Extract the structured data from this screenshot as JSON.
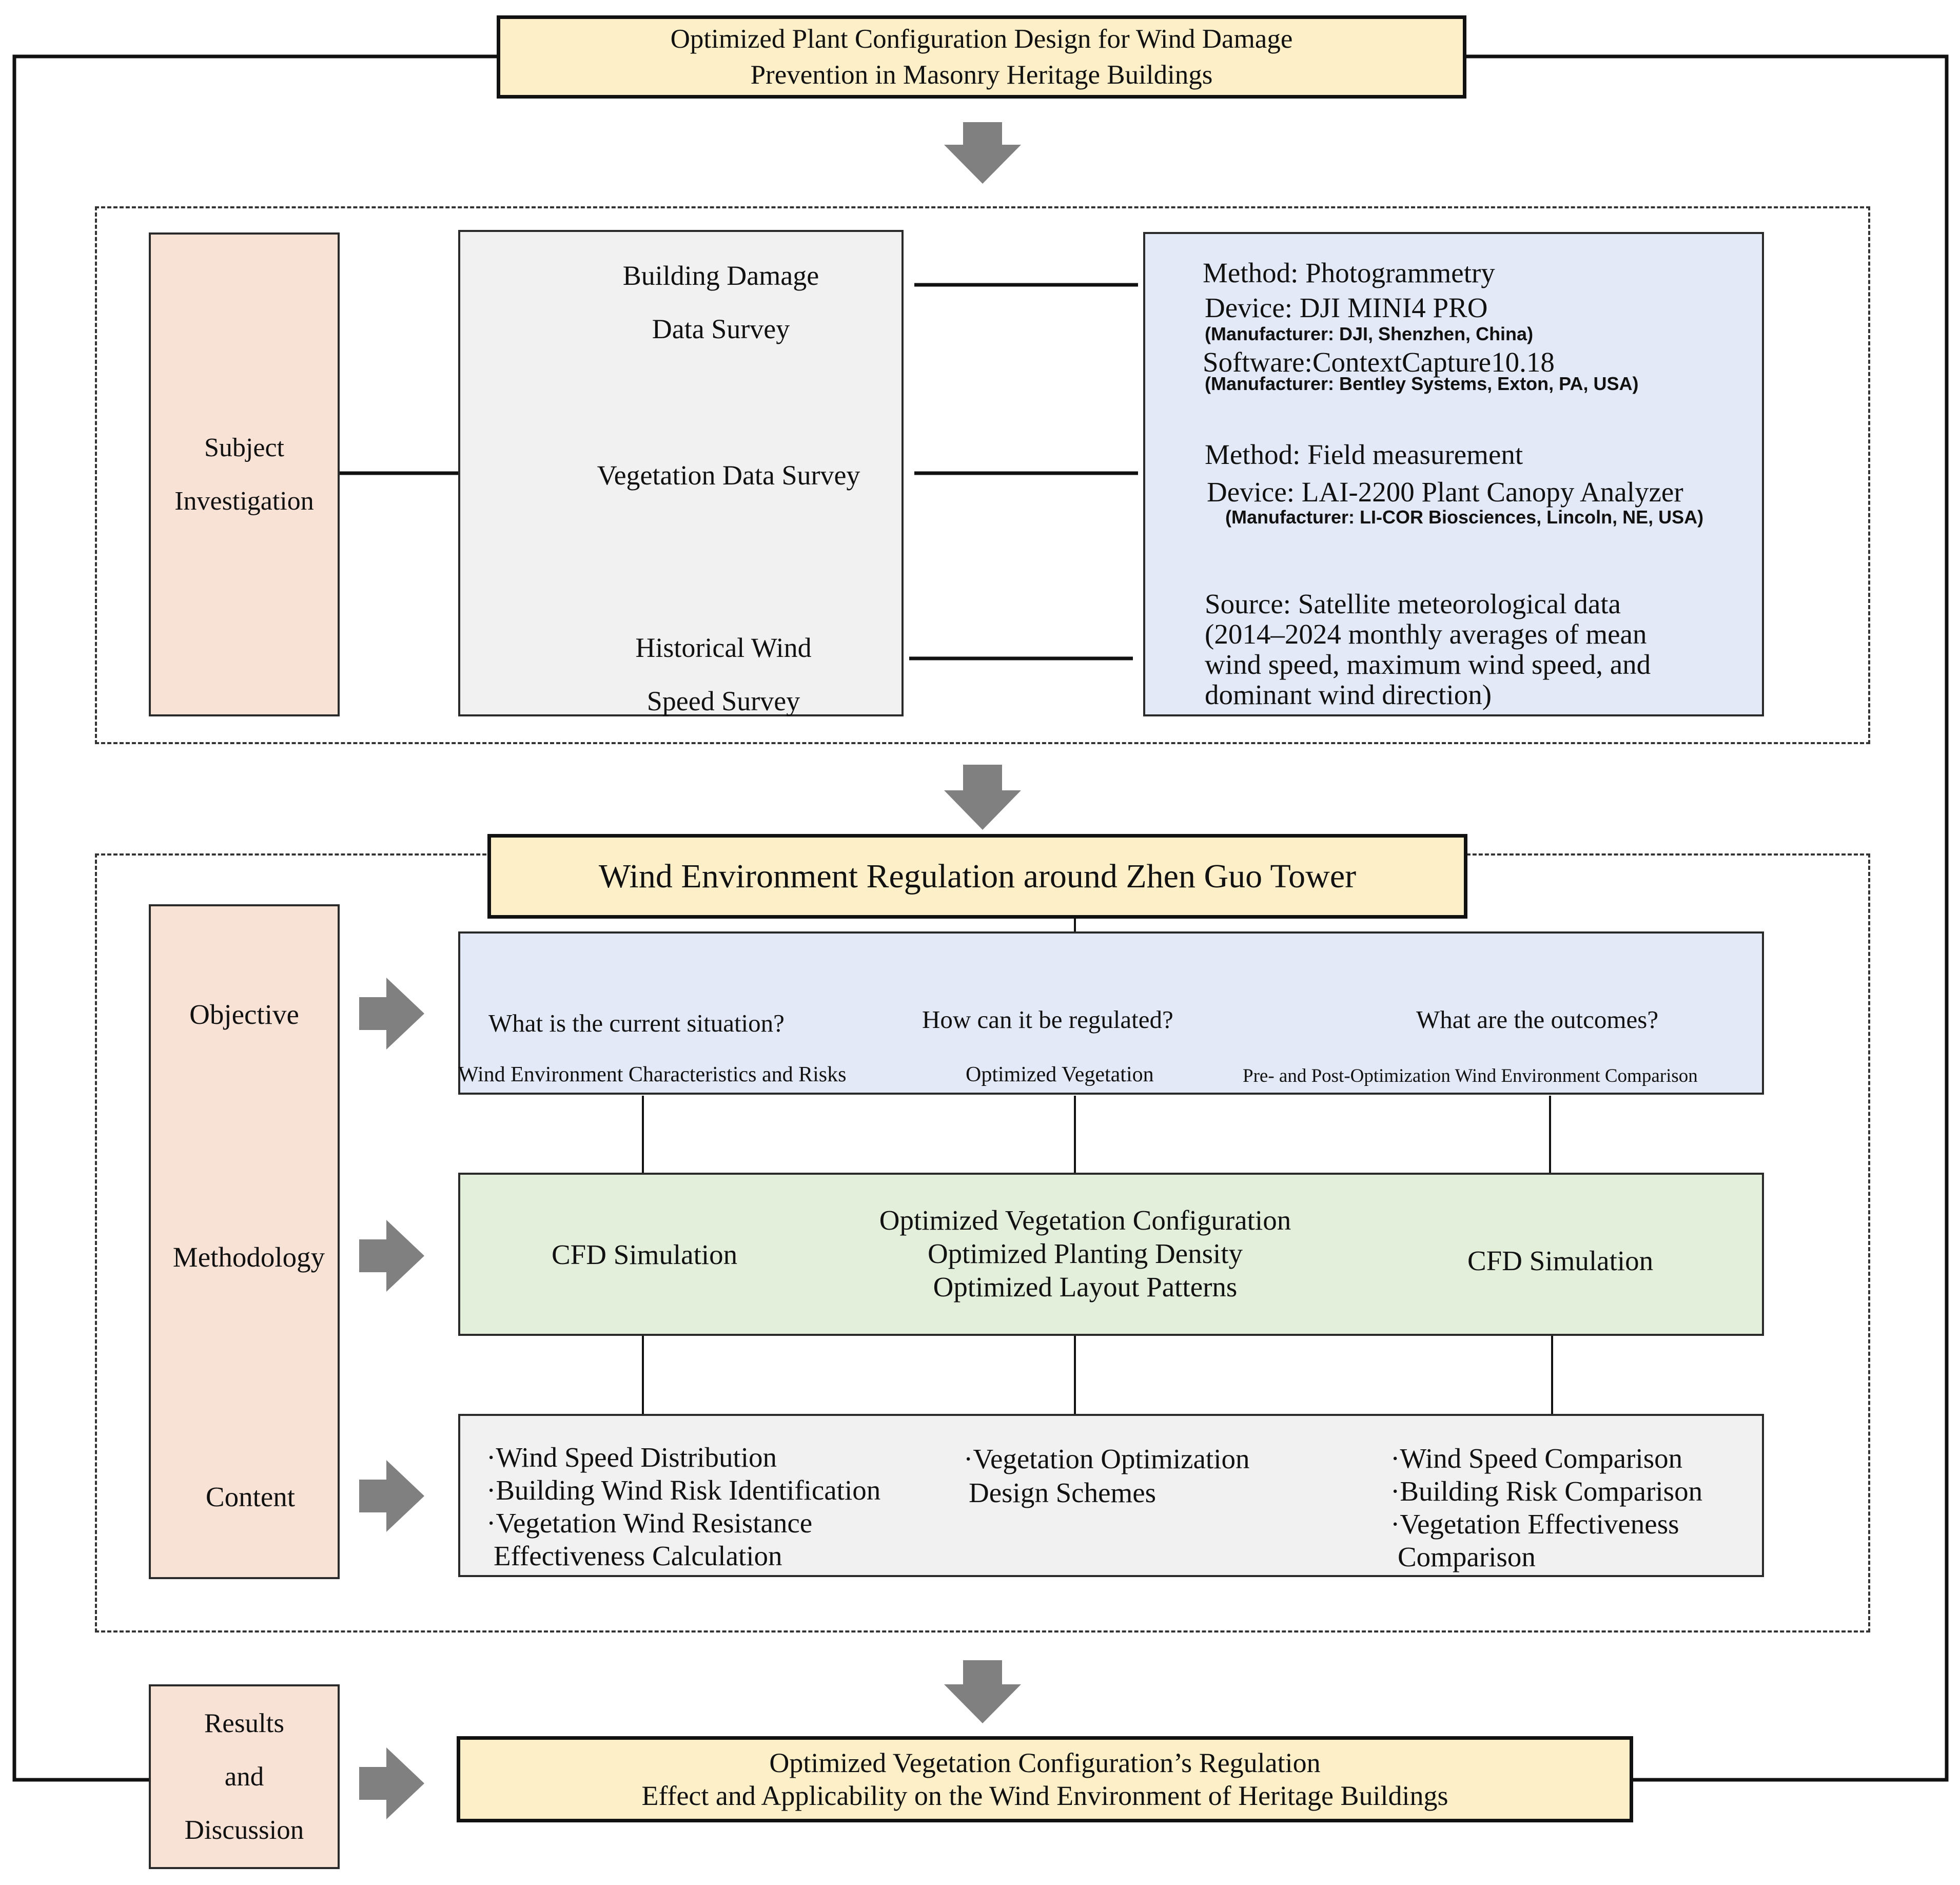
{
  "title": {
    "line1": "Optimized Plant Configuration Design for Wind Damage",
    "line2": "Prevention in Masonry Heritage Buildings"
  },
  "subject": {
    "label_line1": "Subject",
    "label_line2": "Investigation",
    "surveys": {
      "building_line1": "Building Damage",
      "building_line2": "Data Survey",
      "vegetation": "Vegetation Data Survey",
      "wind_line1": "Historical Wind",
      "wind_line2": "Speed Survey"
    },
    "methods": {
      "photo_method": "Method: Photogrammetry",
      "photo_device": "Device: DJI MINI4 PRO",
      "photo_device_mfr": "(Manufacturer: DJI, Shenzhen, China)",
      "photo_software": "Software:ContextCapture10.18",
      "photo_software_mfr": "(Manufacturer: Bentley Systems, Exton, PA, USA)",
      "field_method": "Method: Field measurement",
      "field_device": "Device: LAI-2200 Plant Canopy Analyzer",
      "field_device_mfr": "(Manufacturer: LI-COR Biosciences, Lincoln, NE, USA)",
      "source_line1": "Source: Satellite meteorological data",
      "source_line2": "(2014–2024 monthly averages of mean",
      "source_line3": "wind speed, maximum wind speed, and",
      "source_line4": "dominant wind direction)"
    }
  },
  "regulation": {
    "title": "Wind Environment Regulation around Zhen Guo Tower",
    "labels": {
      "objective": "Objective",
      "methodology": "Methodology",
      "content": "Content"
    },
    "objective": {
      "q1": "What is the current situation?",
      "q2": "How can it be regulated?",
      "q3": "What are the outcomes?",
      "a1": "Wind Environment Characteristics and Risks",
      "a2": "Optimized Vegetation",
      "a3": "Pre- and Post-Optimization Wind Environment Comparison"
    },
    "methodology": {
      "left": "CFD Simulation",
      "mid_line1": "Optimized Vegetation Configuration",
      "mid_line2": "Optimized Planting Density",
      "mid_line3": "Optimized Layout Patterns",
      "right": "CFD Simulation"
    },
    "content": {
      "left_1": "·Wind Speed Distribution",
      "left_2": "·Building Wind Risk Identification",
      "left_3": "·Vegetation Wind Resistance",
      "left_4": "Effectiveness Calculation",
      "mid_1": "·Vegetation Optimization",
      "mid_2": "Design Schemes",
      "right_1": "·Wind Speed Comparison",
      "right_2": "·Building Risk  Comparison",
      "right_3": "·Vegetation Effectiveness",
      "right_4": "Comparison"
    }
  },
  "results": {
    "label_line1": "Results",
    "label_line2": "and",
    "label_line3": "Discussion",
    "box_line1": "Optimized Vegetation Configuration’s Regulation",
    "box_line2": "Effect and Applicability on the Wind Environment of Heritage Buildings"
  },
  "colors": {
    "cream": "#fdf0c8",
    "peach": "#f8e2d6",
    "grey": "#f1f1f1",
    "blue": "#e3e9f6",
    "green": "#e3eedb",
    "arrow": "#808080"
  }
}
